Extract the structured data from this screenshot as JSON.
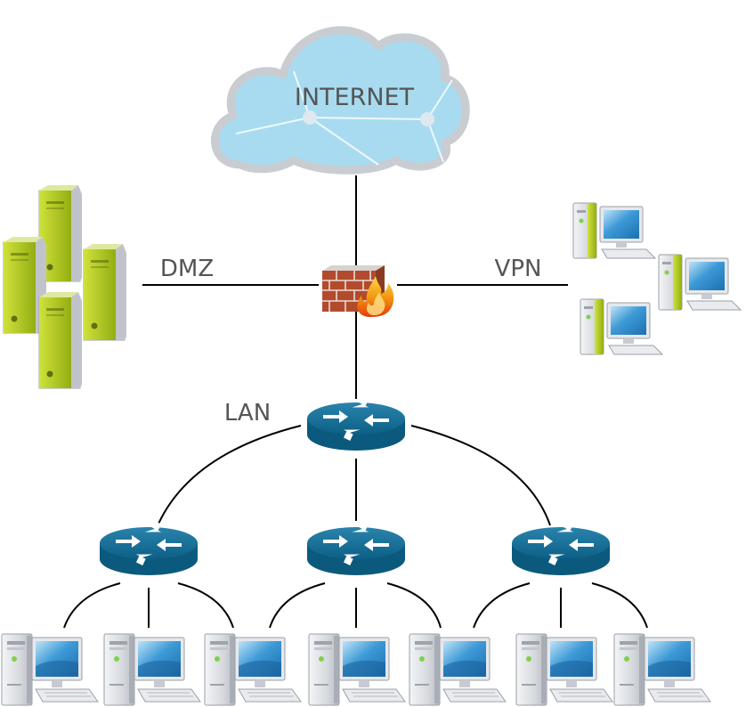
{
  "labels": {
    "internet": "INTERNET",
    "dmz": "DMZ",
    "vpn": "VPN",
    "lan": "LAN"
  },
  "colors": {
    "cloud_fill": "#a8dbf0",
    "cloud_stroke": "#c9ccd1",
    "router": "#0f6a91",
    "server_green": "#b3cc1f",
    "monitor_blue": "#2a8fd0",
    "brick": "#b24b2d",
    "line": "#000000"
  },
  "nodes": {
    "cloud": {
      "label_key": "internet"
    },
    "firewall": {
      "icon": "firewall-icon"
    },
    "core_router": {
      "icon": "router-icon"
    },
    "distribution_routers": [
      "router-icon",
      "router-icon",
      "router-icon"
    ],
    "dmz_servers": [
      "server-icon",
      "server-icon",
      "server-icon",
      "server-icon"
    ],
    "vpn_computers": [
      "workstation-icon",
      "workstation-icon",
      "workstation-icon"
    ],
    "lan_computers": [
      "computer-icon",
      "computer-icon",
      "computer-icon",
      "computer-icon",
      "computer-icon",
      "computer-icon",
      "computer-icon"
    ]
  }
}
